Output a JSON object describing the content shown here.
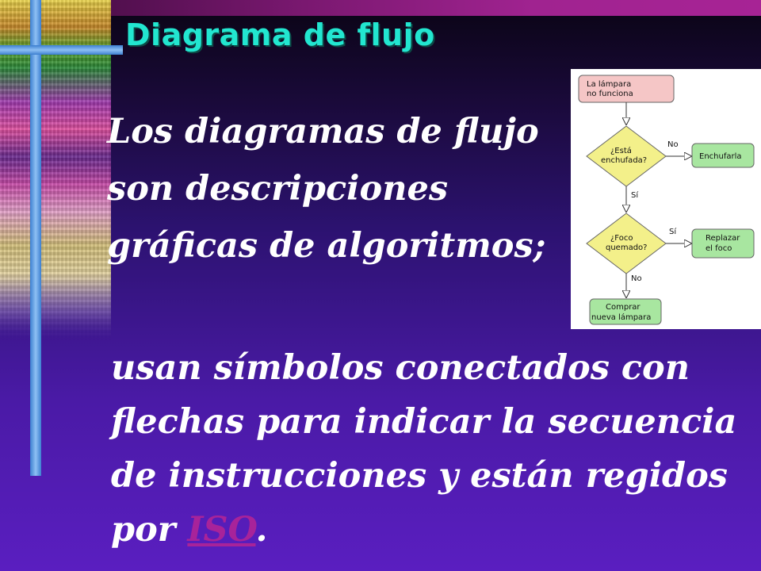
{
  "slide": {
    "title": "Diagrama de flujo",
    "paragraph1": {
      "lines": [
        "Los diagramas de flujo",
        "son descripciones",
        "gráficas de algoritmos;"
      ]
    },
    "paragraph2": {
      "lines": [
        "usan símbolos conectados con",
        "flechas para indicar la secuencia",
        "de instrucciones y están regidos"
      ],
      "last_prefix": "por ",
      "link_text": "ISO",
      "last_suffix": "."
    }
  },
  "flowchart": {
    "start": [
      "La lámpara",
      "no funciona"
    ],
    "decision1": [
      "¿Está",
      "enchufada?"
    ],
    "decision1_no": "No",
    "decision1_yes": "Sí",
    "action1": "Enchufarla",
    "decision2": [
      "¿Foco",
      "quemado?"
    ],
    "decision2_yes": "Sí",
    "decision2_no": "No",
    "action2": [
      "Replazar",
      "el foco"
    ],
    "end": [
      "Comprar",
      "nueva lámpara"
    ]
  },
  "colors": {
    "title": "#22e6d0",
    "link": "#a8239a",
    "start_box": "#f5c6c6",
    "decision": "#f3f08a",
    "action": "#a8e6a0"
  }
}
